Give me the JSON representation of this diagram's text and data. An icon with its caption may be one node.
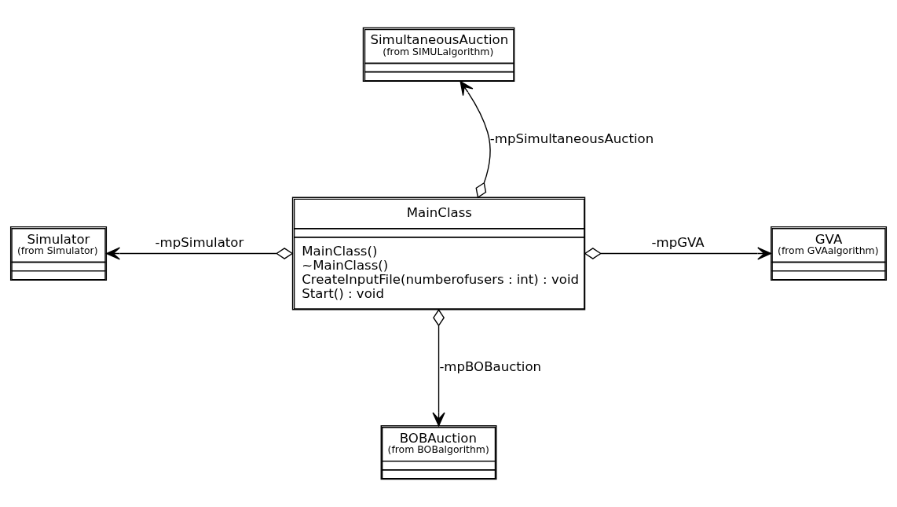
{
  "diagram": {
    "nodes": [
      {
        "text": [
          "SimultaneousAuction",
          "(from SIMULalgorithm)"
        ]
      },
      {
        "text": [
          "Simulator",
          "(from Simulator)"
        ]
      },
      {
        "text": [
          "MainClass",
          "MainClass()",
          "~MainClass()",
          "CreateInputFile(numberofusers : int) : void",
          "Start() : void"
        ]
      },
      {
        "text": [
          "GVA",
          "(from GVAalgorithm)"
        ]
      },
      {
        "text": [
          "BOBAuction",
          "(from BOBalgorithm)"
        ]
      }
    ],
    "edges": [
      {
        "from": 2,
        "to": 0,
        "arrow": "to",
        "label": "-mpSimultaneousAuction"
      },
      {
        "from": 2,
        "to": 1,
        "arrow": "to",
        "label": "-mpSimulator"
      },
      {
        "from": 2,
        "to": 3,
        "arrow": "to",
        "label": "-mpGVA"
      },
      {
        "from": 2,
        "to": 4,
        "arrow": "to",
        "label": "-mpBOBauction"
      }
    ]
  }
}
